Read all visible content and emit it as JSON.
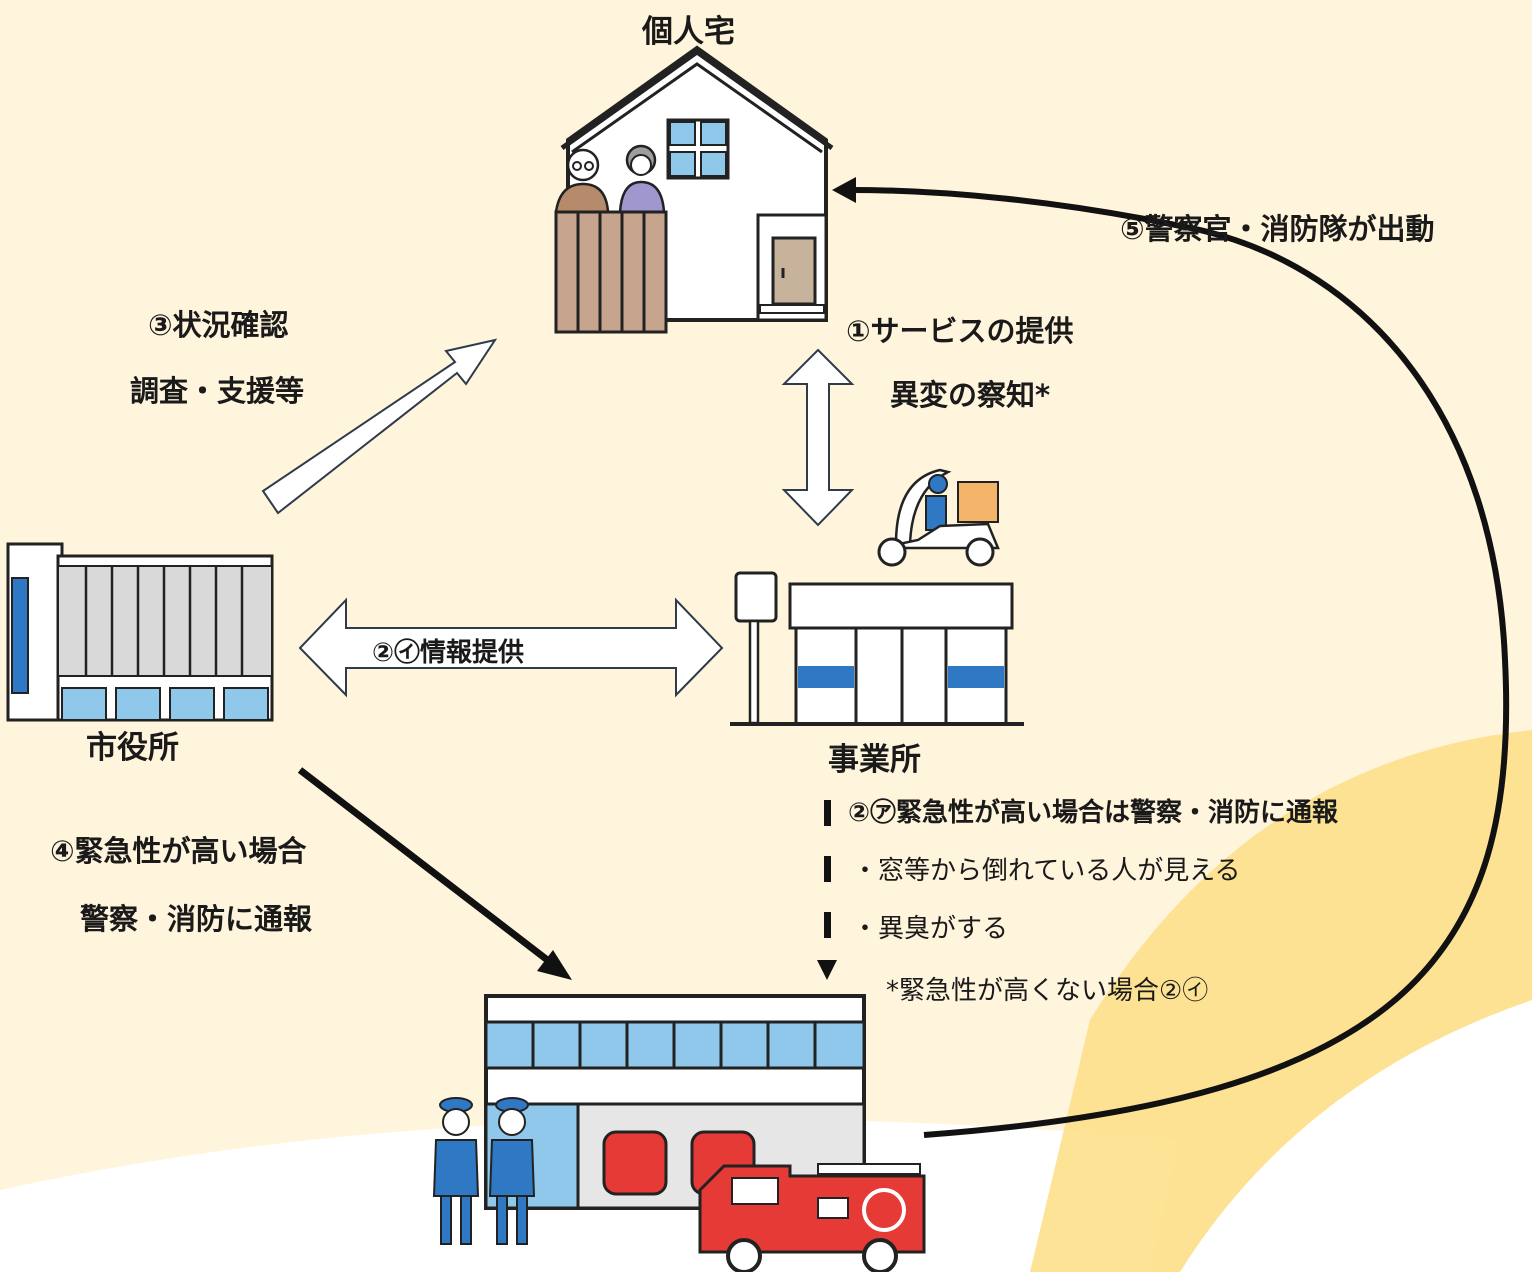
{
  "nodes": {
    "house": "個人宅",
    "city_hall": "市役所",
    "office": "事業所"
  },
  "steps": {
    "service_1": "①サービスの提供",
    "service_2": "異変の察知*",
    "check_1": "③状況確認",
    "check_2": "調査・支援等",
    "info": "②㋑情報提供",
    "report_a": "②㋐緊急性が高い場合は警察・消防に通報",
    "urgent_1": "④緊急性が高い場合",
    "urgent_2": "警察・消防に通報",
    "dispatch": "⑤警察官・消防隊が出動"
  },
  "examples": [
    "・窓等から倒れている人が見える",
    "・異臭がする"
  ],
  "note": "*緊急性が高くない場合②㋑",
  "colors": {
    "background": "#fff4dc",
    "accent_yellow": "#fce08a",
    "window_blue": "#8fc8ea",
    "stripe_blue": "#2f78c4",
    "truck_red": "#e53a36"
  }
}
